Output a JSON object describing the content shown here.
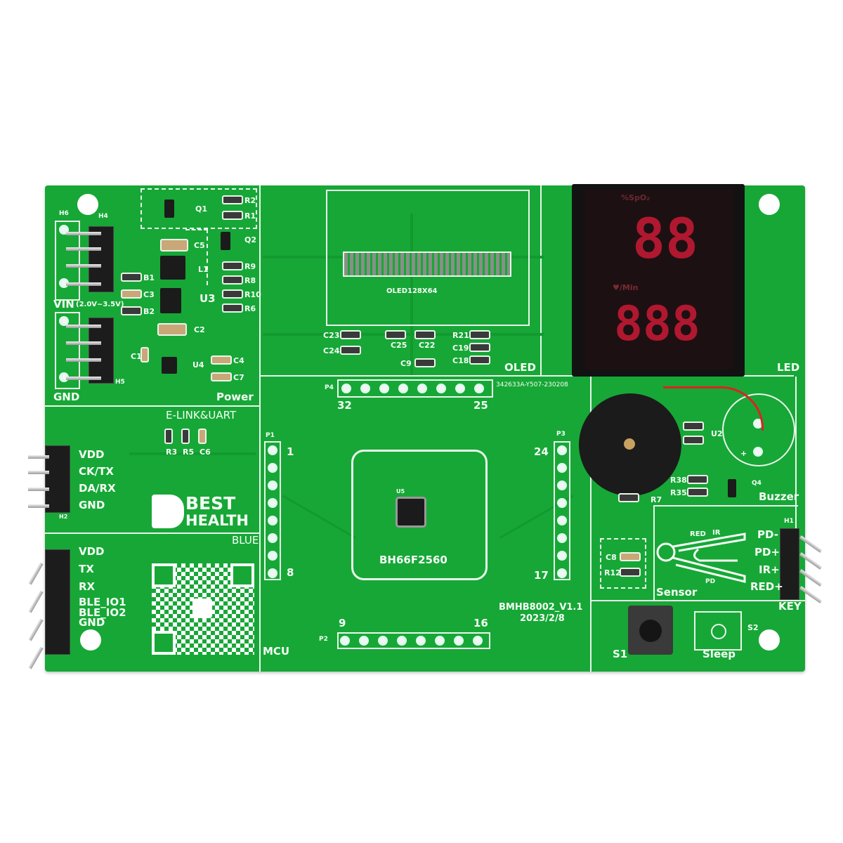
{
  "board": {
    "color": "#17a737",
    "silk": "#f4fff4",
    "model": "BMHB8002_V1.1",
    "date": "2023/2/8",
    "code": "342633A-Y507-230208"
  },
  "power": {
    "section": "Power",
    "vin": "VIN",
    "vin_range": "(2.0V~3.5V)",
    "gnd": "GND",
    "refs": {
      "h6": "H6",
      "h4": "H4",
      "h5": "H5",
      "q1": "Q1",
      "q2": "Q2",
      "r1": "R1",
      "r2": "R2",
      "r6": "R6",
      "r8": "R8",
      "r9": "R9",
      "r10": "R10",
      "c1": "C1",
      "c2": "C2",
      "c3": "C3",
      "c4": "C4",
      "c5": "C5",
      "c7": "C7",
      "l1": "L1",
      "u3": "U3",
      "u4": "U4",
      "b1": "B1",
      "b2": "B2"
    }
  },
  "oled": {
    "section": "OLED",
    "footprint": "OLED128X64",
    "refs": {
      "c23": "C23",
      "c24": "C24",
      "c25": "C25",
      "c22": "C22",
      "c9": "C9",
      "r21": "R21",
      "c19": "C19",
      "c18": "C18"
    }
  },
  "led": {
    "section": "LED",
    "spo2": "%SpO₂",
    "bpm": "♥/Min",
    "top_digits": "88",
    "bottom_digits": "888"
  },
  "elink": {
    "section": "E-LINK&UART",
    "pins": [
      "VDD",
      "CK/TX",
      "DA/RX",
      "GND"
    ],
    "header": "H2",
    "refs": {
      "r3": "R3",
      "r5": "R5",
      "c6": "C6"
    }
  },
  "logo": {
    "line1": "BEST",
    "line2": "HEALTH",
    "sub": "BLUE"
  },
  "ble": {
    "pins": [
      "VDD",
      "TX",
      "RX",
      "BLE_IO1",
      "BLE_IO2",
      "GND"
    ]
  },
  "mcu": {
    "section": "MCU",
    "chip_ref": "U5",
    "chip": "BH66F2560",
    "p4": "P4",
    "p4_start": "32",
    "p4_end": "25",
    "p1": "P1",
    "p1_start": "1",
    "p1_end": "8",
    "p3": "P3",
    "p3_start": "24",
    "p3_end": "17",
    "p2": "P2",
    "p2_start": "9",
    "p2_end": "16"
  },
  "buzzer": {
    "section": "Buzzer",
    "refs": {
      "u2": "U2",
      "r38": "R38",
      "r35": "R35",
      "r7": "R7",
      "q4": "Q4",
      "plus": "+"
    }
  },
  "sensor": {
    "section": "Sensor",
    "red": "RED",
    "ir": "IR",
    "pd": "PD",
    "refs": {
      "c8": "C8",
      "r12": "R12",
      "h1": "H1"
    },
    "pins": [
      "PD-",
      "PD+",
      "IR+",
      "RED+"
    ]
  },
  "keys": {
    "section": "KEY",
    "s1": "S1",
    "s2": "S2",
    "sleep": "Sleep"
  }
}
